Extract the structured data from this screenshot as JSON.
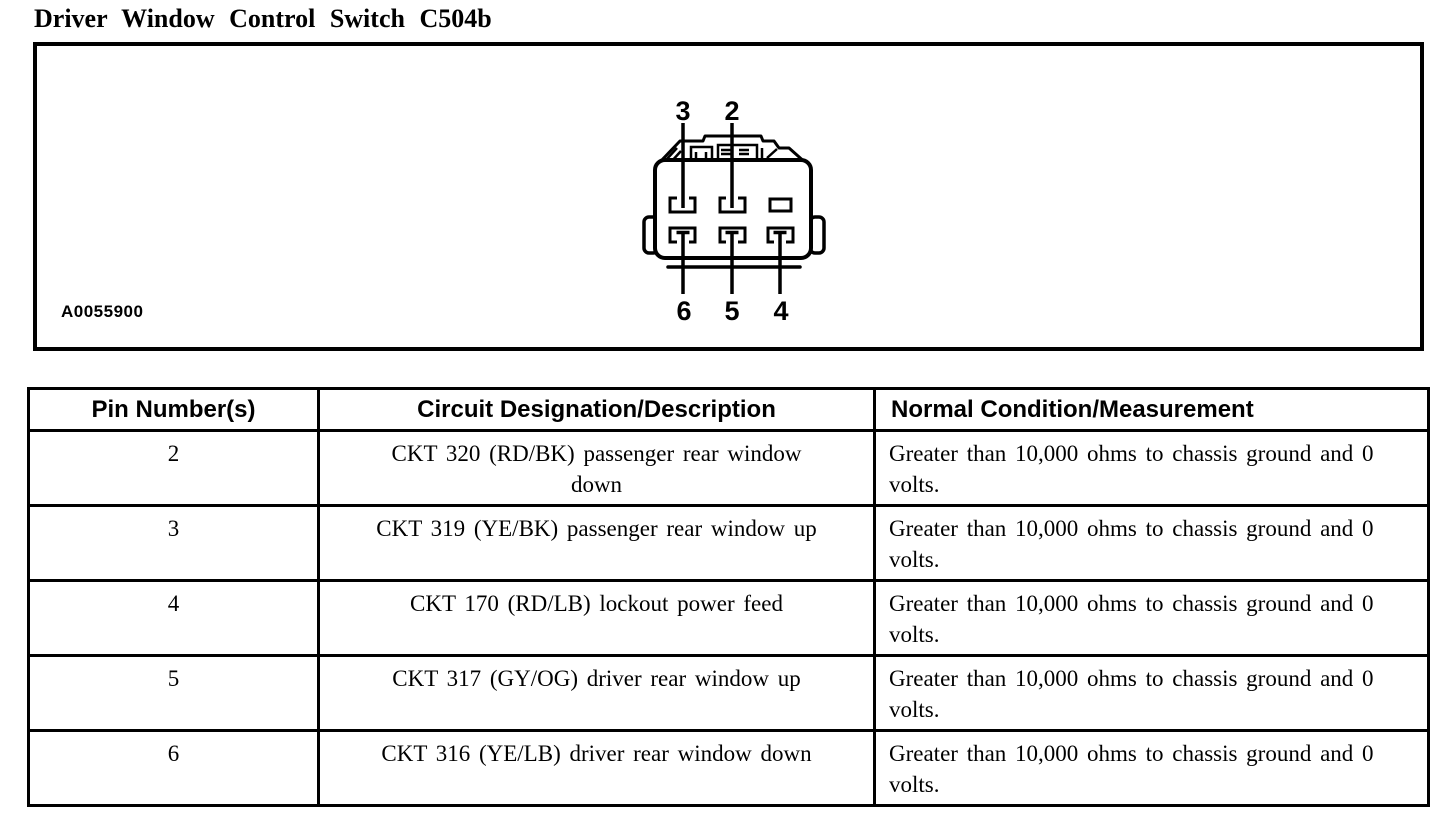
{
  "title": "Driver Window Control Switch C504b",
  "diagram": {
    "figure_id": "A0055900",
    "pin_labels": {
      "top": [
        "3",
        "2"
      ],
      "bottom": [
        "6",
        "5",
        "4"
      ]
    }
  },
  "table": {
    "headers": [
      "Pin Number(s)",
      "Circuit Designation/Description",
      "Normal Condition/Measurement"
    ],
    "rows": [
      {
        "pin": "2",
        "circuit": "CKT 320 (RD/BK) passenger rear window down",
        "condition": "Greater than 10,000 ohms to chassis ground and 0 volts."
      },
      {
        "pin": "3",
        "circuit": "CKT 319 (YE/BK) passenger rear window up",
        "condition": "Greater than 10,000 ohms to chassis ground and 0 volts."
      },
      {
        "pin": "4",
        "circuit": "CKT 170 (RD/LB) lockout power feed",
        "condition": "Greater than 10,000 ohms to chassis ground and 0 volts."
      },
      {
        "pin": "5",
        "circuit": "CKT 317 (GY/OG) driver rear window up",
        "condition": "Greater than 10,000 ohms to chassis ground and 0 volts."
      },
      {
        "pin": "6",
        "circuit": "CKT 316 (YE/LB) driver rear window down",
        "condition": "Greater than 10,000 ohms to chassis ground and 0 volts."
      }
    ]
  },
  "colors": {
    "ink": "#000000",
    "background": "#ffffff"
  }
}
